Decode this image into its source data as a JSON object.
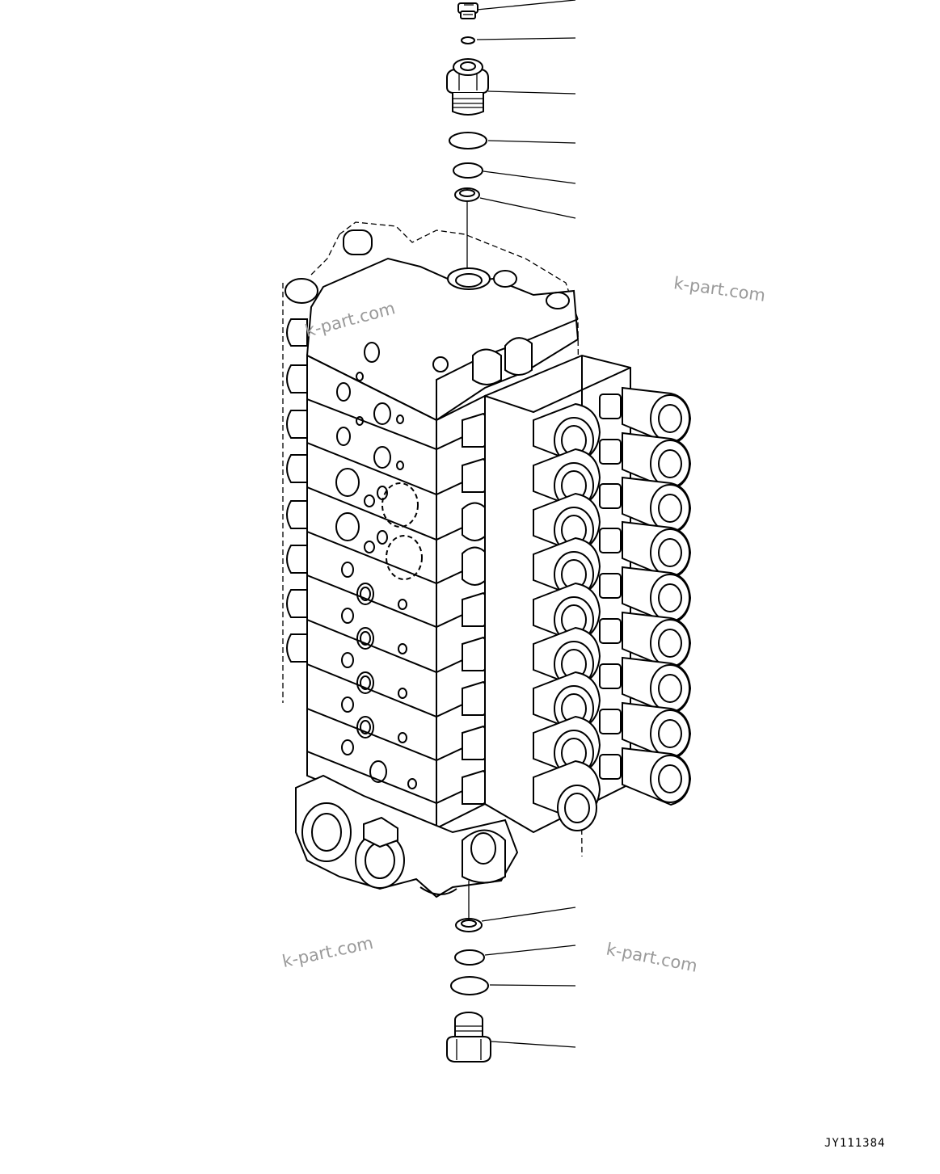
{
  "figure": {
    "drawing_code": "JY111384"
  },
  "watermarks": [
    {
      "text": "k-part.com"
    },
    {
      "text": "k-part.com"
    },
    {
      "text": "k-part.com"
    },
    {
      "text": "k-part.com"
    }
  ],
  "callouts": {
    "top_count": 6,
    "bottom_count": 4
  }
}
